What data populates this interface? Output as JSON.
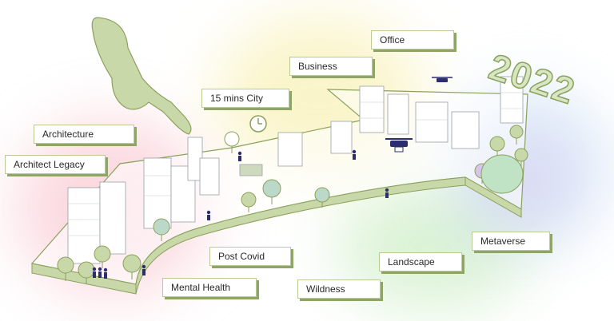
{
  "year": "2022",
  "colors": {
    "accent_green": "#8aa15c",
    "light_green": "#c9d8a8",
    "navy": "#2c2d6e",
    "glow_pink": "#f7b9c4",
    "glow_yellow": "#f6ec9e",
    "glow_green": "#bfe9b5",
    "glow_blue": "#bcd8f2",
    "glow_purple": "#d9c4ef"
  },
  "labels": {
    "architecture": "Architecture",
    "architect_legacy": "Architect Legacy",
    "fifteen_mins_city": "15 mins City",
    "business": "Business",
    "office": "Office",
    "post_covid": "Post Covid",
    "mental_health": "Mental Health",
    "wildness": "Wildness",
    "landscape": "Landscape",
    "metaverse": "Metaverse"
  },
  "icons": [
    "hand-icon",
    "clock-icon",
    "drone-icon",
    "tree-icon",
    "person-icon",
    "building-icon"
  ]
}
